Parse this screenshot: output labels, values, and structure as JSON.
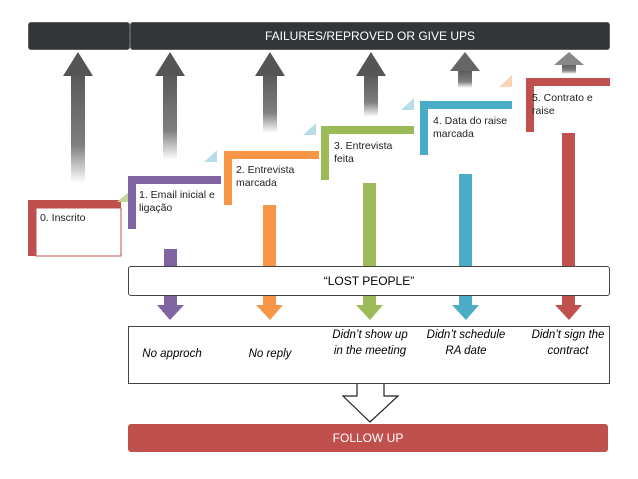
{
  "header": {
    "failures_label": "FAILURES/REPROVED OR GIVE UPS"
  },
  "stages": [
    {
      "label": "0. Inscrito",
      "color": "#c0504d"
    },
    {
      "label": "1. Email inicial e ligação",
      "color": "#8064a2"
    },
    {
      "label": "2. Entrevista marcada",
      "color": "#f79646"
    },
    {
      "label": "3. Entrevista feita",
      "color": "#9bbb59"
    },
    {
      "label": "4. Data do raise marcada",
      "color": "#4bacc6"
    },
    {
      "label": "5. Contrato e raise",
      "color": "#c0504d"
    }
  ],
  "lost_label": "“LOST PEOPLE”",
  "outcomes": [
    "No approch",
    "No reply",
    "Didn’t show up in the meeting",
    "Didn’t schedule RA date",
    "Didn’t sign the contract"
  ],
  "follow_up_label": "FOLLOW UP",
  "colors": {
    "dark_bar": "#333638",
    "up_arrow_gray": "#7f7f7f",
    "follow_red": "#c0504d"
  }
}
